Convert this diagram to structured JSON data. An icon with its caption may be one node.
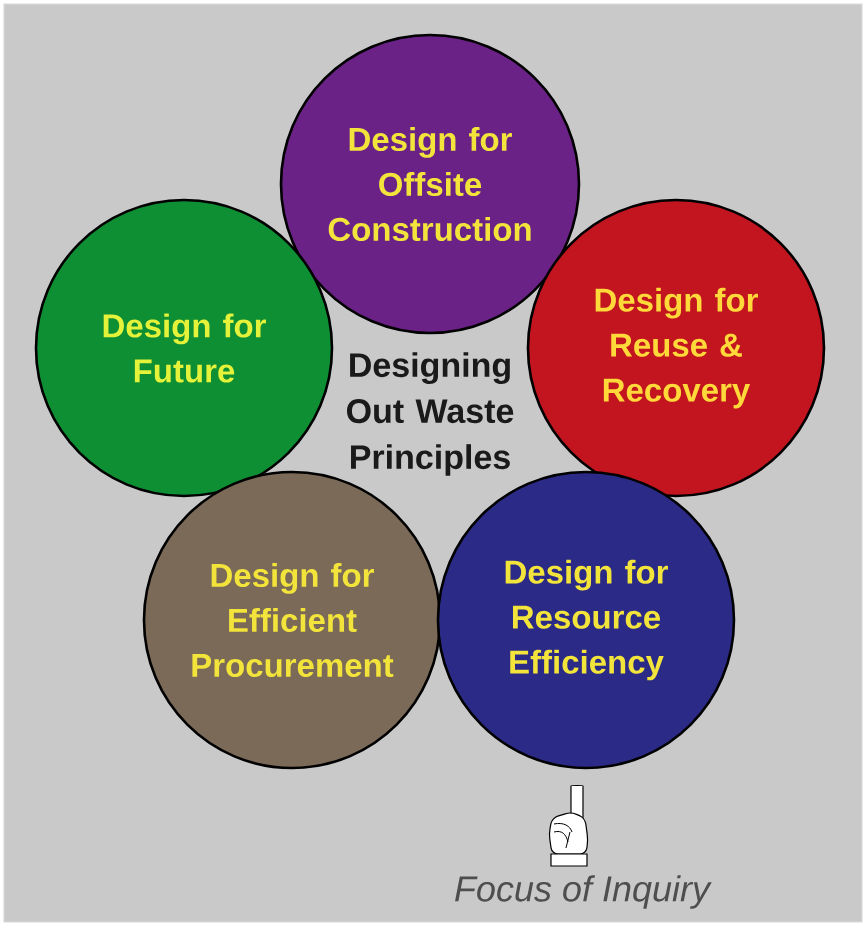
{
  "diagram": {
    "nodes": [
      {
        "text": [
          "Design for Offsite Construction"
        ]
      },
      {
        "text": [
          "Design for Future"
        ]
      },
      {
        "text": [
          "Design for Reuse & Recovery"
        ]
      },
      {
        "text": [
          "Design for Efficient Procurement"
        ]
      },
      {
        "text": [
          "Design for Resource Efficiency"
        ]
      }
    ],
    "labels": [
      "Designing Out Waste Principles",
      "Focus of Inquiry"
    ]
  }
}
